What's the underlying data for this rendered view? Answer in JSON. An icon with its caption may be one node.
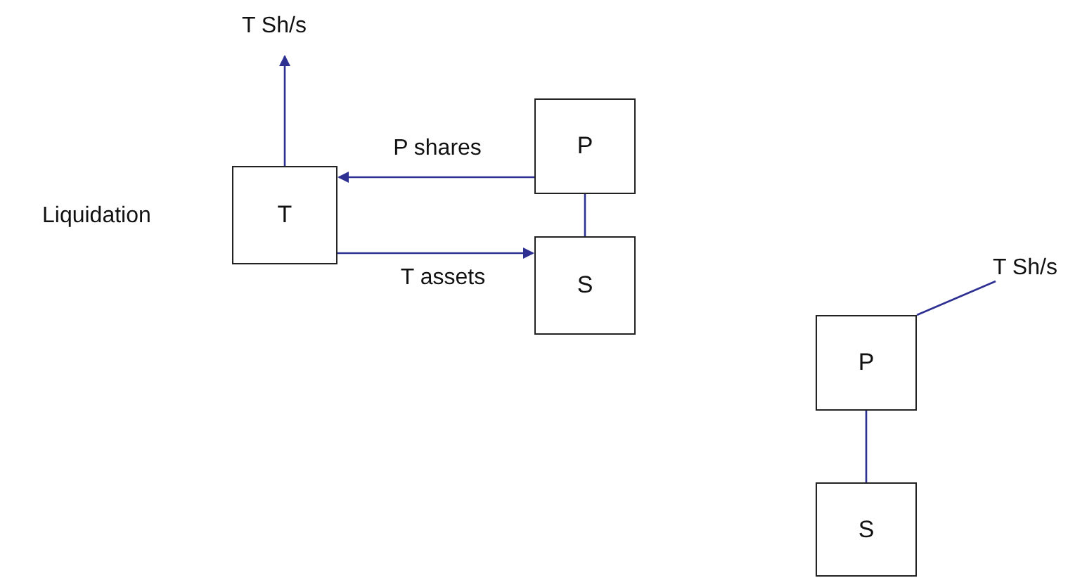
{
  "diagram": {
    "nodes": [
      {
        "text": [
          "T Sh/s"
        ]
      },
      {
        "text": [
          "T"
        ],
        "beside": [
          "Liquidation"
        ]
      },
      {
        "text": [
          "P"
        ]
      },
      {
        "text": [
          "S"
        ]
      },
      {
        "text": [
          "T Sh/s"
        ]
      },
      {
        "text": [
          "P"
        ]
      },
      {
        "text": [
          "S"
        ]
      }
    ],
    "edges": [
      {
        "from": 1,
        "to": 0,
        "arrow": "to"
      },
      {
        "from": 2,
        "to": 1,
        "arrow": "to",
        "label": "P shares"
      },
      {
        "from": 1,
        "to": 3,
        "arrow": "to",
        "label": "T assets"
      },
      {
        "from": 2,
        "to": 3,
        "arrow": "none"
      },
      {
        "from": 5,
        "to": 4,
        "arrow": "none"
      },
      {
        "from": 5,
        "to": 6,
        "arrow": "none"
      }
    ]
  }
}
